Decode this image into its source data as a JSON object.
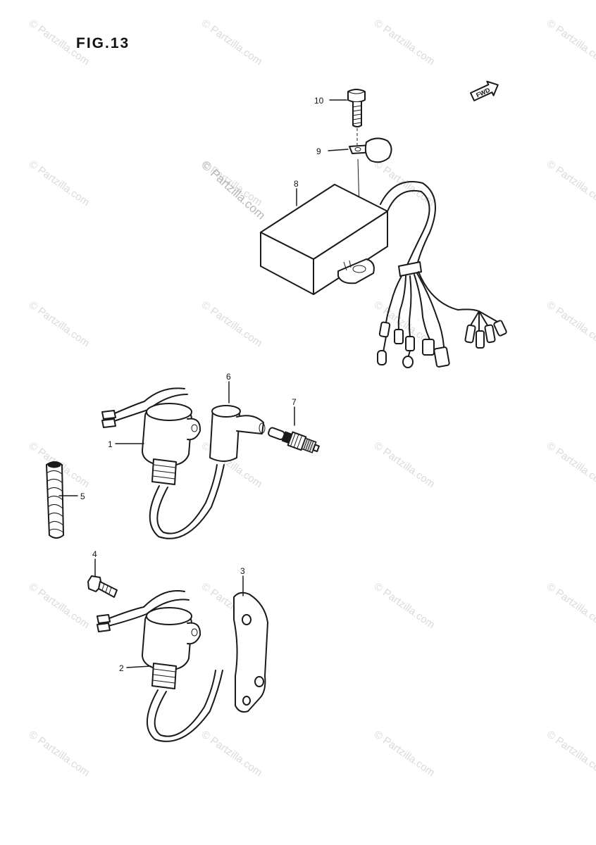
{
  "figure_title": "FIG.13",
  "forward_marker": "FWD",
  "watermark": {
    "repeat_text": "© Partzilla.com",
    "diagonal_text": "© Partzilla.com"
  },
  "callouts": {
    "c1": "1",
    "c2": "2",
    "c3": "3",
    "c4": "4",
    "c5": "5",
    "c6": "6",
    "c7": "7",
    "c8": "8",
    "c9": "9",
    "c10": "10"
  }
}
